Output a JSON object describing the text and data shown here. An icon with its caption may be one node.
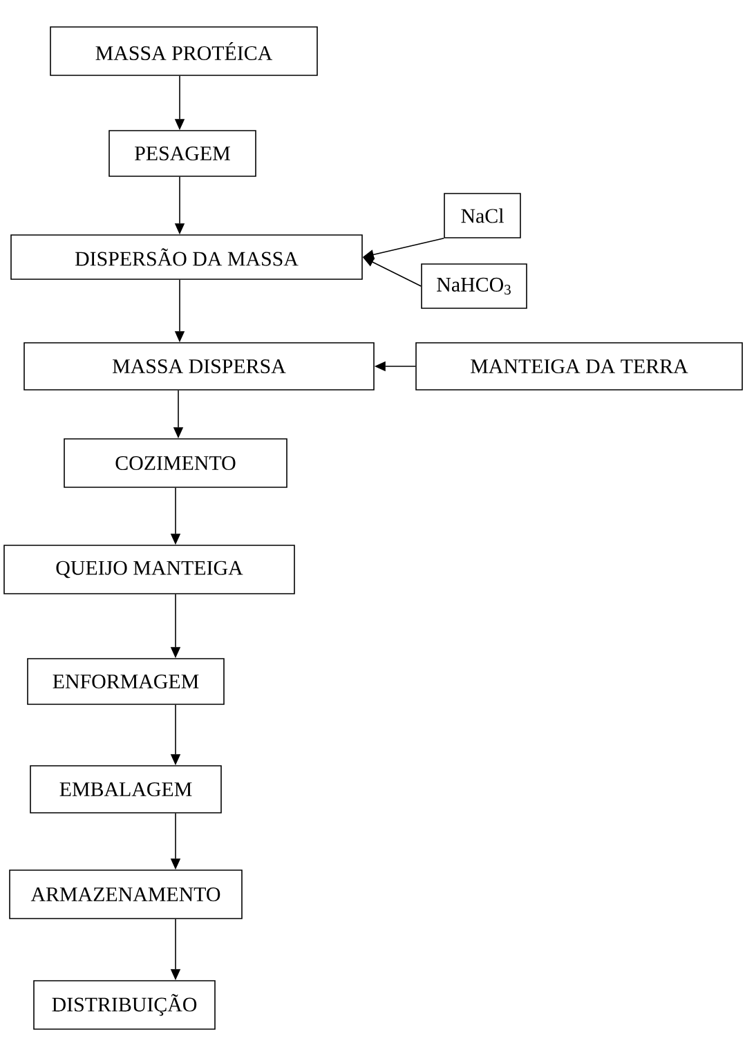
{
  "diagram": {
    "nodes": [
      {
        "text": [
          "MASSA PROTÉICA"
        ]
      },
      {
        "text": [
          "PESAGEM"
        ]
      },
      {
        "text": [
          "DISPERSÃO DA MASSA"
        ]
      },
      {
        "text": [
          "NaCl"
        ]
      },
      {
        "text": [
          "NaHCO$_{3}$"
        ]
      },
      {
        "text": [
          "MASSA DISPERSA"
        ]
      },
      {
        "text": [
          "MANTEIGA DA TERRA"
        ]
      },
      {
        "text": [
          "COZIMENTO"
        ]
      },
      {
        "text": [
          "QUEIJO MANTEIGA"
        ]
      },
      {
        "text": [
          "ENFORMAGEM"
        ]
      },
      {
        "text": [
          "EMBALAGEM"
        ]
      },
      {
        "text": [
          "ARMAZENAMENTO"
        ]
      },
      {
        "text": [
          "DISTRIBUIÇÃO"
        ]
      }
    ],
    "edges": [
      {
        "from": 0,
        "to": 1,
        "arrow": "to"
      },
      {
        "from": 1,
        "to": 2,
        "arrow": "to"
      },
      {
        "from": 3,
        "to": 2,
        "arrow": "to"
      },
      {
        "from": 4,
        "to": 2,
        "arrow": "to"
      },
      {
        "from": 2,
        "to": 5,
        "arrow": "to"
      },
      {
        "from": 6,
        "to": 5,
        "arrow": "to"
      },
      {
        "from": 5,
        "to": 7,
        "arrow": "to"
      },
      {
        "from": 7,
        "to": 8,
        "arrow": "to"
      },
      {
        "from": 8,
        "to": 9,
        "arrow": "to"
      },
      {
        "from": 9,
        "to": 10,
        "arrow": "to"
      },
      {
        "from": 10,
        "to": 11,
        "arrow": "to"
      },
      {
        "from": 11,
        "to": 12,
        "arrow": "to"
      }
    ]
  }
}
